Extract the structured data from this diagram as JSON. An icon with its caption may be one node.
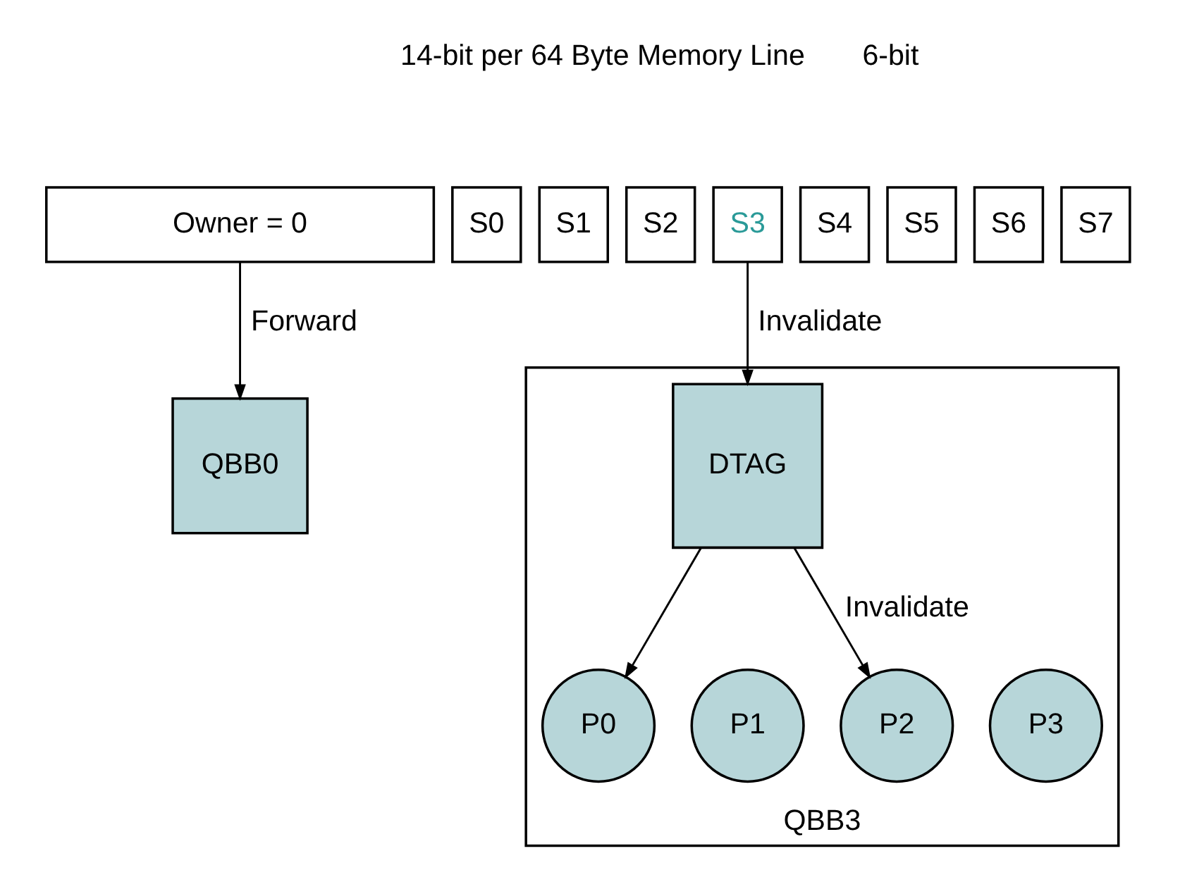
{
  "diagram": {
    "nodes": [
      {
        "text": [
          "Owner = 0"
        ]
      },
      {
        "text": [
          "S0"
        ]
      },
      {
        "text": [
          "S1"
        ]
      },
      {
        "text": [
          "S2"
        ]
      },
      {
        "text": [
          "S3"
        ]
      },
      {
        "text": [
          "S4"
        ]
      },
      {
        "text": [
          "S5"
        ]
      },
      {
        "text": [
          "S6"
        ]
      },
      {
        "text": [
          "S7"
        ]
      },
      {
        "text": [
          "QBB0"
        ]
      },
      {
        "text": [
          "QBB3"
        ]
      },
      {
        "text": [
          "DTAG"
        ],
        "in": 10
      },
      {
        "text": [
          "P0"
        ],
        "in": 10
      },
      {
        "text": [
          "P1"
        ],
        "in": 10
      },
      {
        "text": [
          "P2"
        ],
        "in": 10
      },
      {
        "text": [
          "P3"
        ],
        "in": 10
      }
    ],
    "edges": [
      {
        "from": 0,
        "to": 9,
        "arrow": "to",
        "label": "Forward"
      },
      {
        "from": 4,
        "to": 11,
        "arrow": "to",
        "label": "Invalidate"
      },
      {
        "from": 11,
        "to": 12,
        "arrow": "to"
      },
      {
        "from": 11,
        "to": 14,
        "arrow": "to",
        "label": "Invalidate"
      }
    ],
    "labels": [
      "14-bit per 64 Byte Memory Line",
      "6-bit"
    ]
  }
}
